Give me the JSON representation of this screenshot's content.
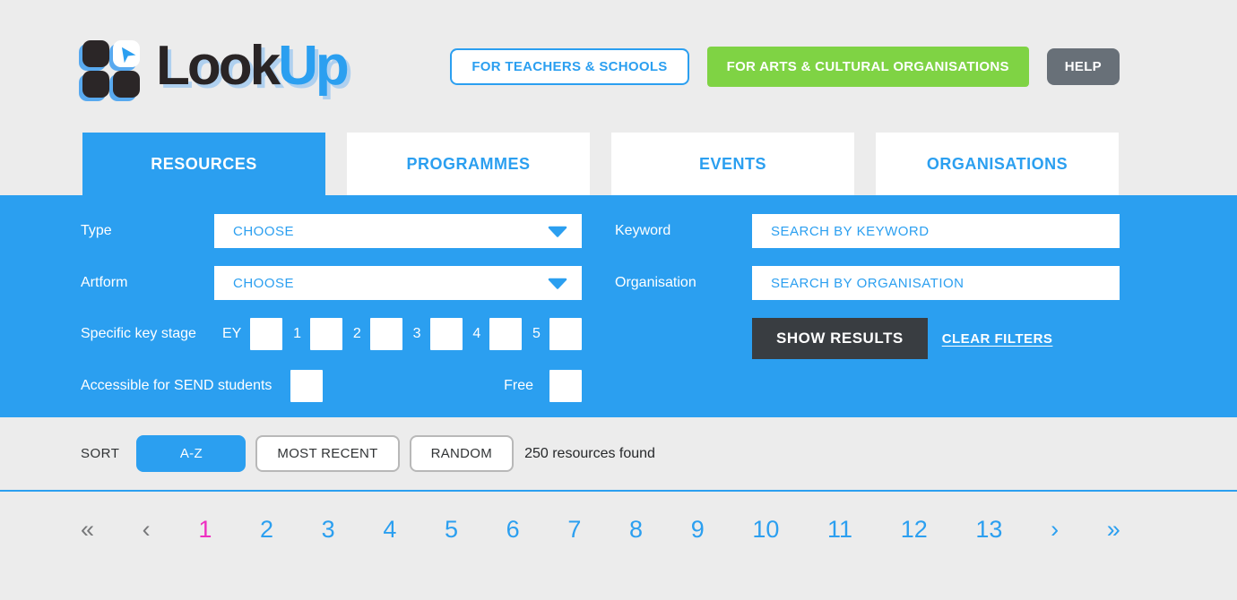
{
  "brand": {
    "word_primary": "Look",
    "word_secondary": "Up"
  },
  "header": {
    "teachers_button": "FOR TEACHERS & SCHOOLS",
    "arts_button": "FOR ARTS & CULTURAL ORGANISATIONS",
    "help_button": "HELP"
  },
  "tabs": [
    {
      "label": "RESOURCES",
      "active": true
    },
    {
      "label": "PROGRAMMES",
      "active": false
    },
    {
      "label": "EVENTS",
      "active": false
    },
    {
      "label": "ORGANISATIONS",
      "active": false
    }
  ],
  "filters": {
    "type_label": "Type",
    "type_value": "CHOOSE",
    "artform_label": "Artform",
    "artform_value": "CHOOSE",
    "keyword_label": "Keyword",
    "keyword_placeholder": "SEARCH BY KEYWORD",
    "organisation_label": "Organisation",
    "organisation_placeholder": "SEARCH BY ORGANISATION",
    "key_stage_label": "Specific key stage",
    "key_stages": [
      "EY",
      "1",
      "2",
      "3",
      "4",
      "5"
    ],
    "send_label": "Accessible for SEND students",
    "free_label": "Free",
    "show_results_button": "SHOW RESULTS",
    "clear_filters_link": "CLEAR FILTERS"
  },
  "sort": {
    "label": "SORT",
    "options": [
      "A-Z",
      "MOST RECENT",
      "RANDOM"
    ],
    "active_option": "A-Z",
    "results_text": "250 resources found"
  },
  "pagination": {
    "current_page": "1",
    "items": [
      {
        "label": "«",
        "state": "disabled"
      },
      {
        "label": "‹",
        "state": "disabled"
      },
      {
        "label": "1",
        "state": "current"
      },
      {
        "label": "2",
        "state": "default"
      },
      {
        "label": "3",
        "state": "default"
      },
      {
        "label": "4",
        "state": "default"
      },
      {
        "label": "5",
        "state": "default"
      },
      {
        "label": "6",
        "state": "default"
      },
      {
        "label": "7",
        "state": "default"
      },
      {
        "label": "8",
        "state": "default"
      },
      {
        "label": "9",
        "state": "default"
      },
      {
        "label": "10",
        "state": "default"
      },
      {
        "label": "11",
        "state": "default"
      },
      {
        "label": "12",
        "state": "default"
      },
      {
        "label": "13",
        "state": "default"
      },
      {
        "label": "›",
        "state": "default"
      },
      {
        "label": "»",
        "state": "default"
      }
    ]
  },
  "colors": {
    "accent_blue": "#2b9ff0",
    "green": "#7fd344",
    "help_gray": "#687078",
    "dark_button": "#393d41",
    "current_page_pink": "#ee2fc2",
    "page_background": "#ececec"
  }
}
